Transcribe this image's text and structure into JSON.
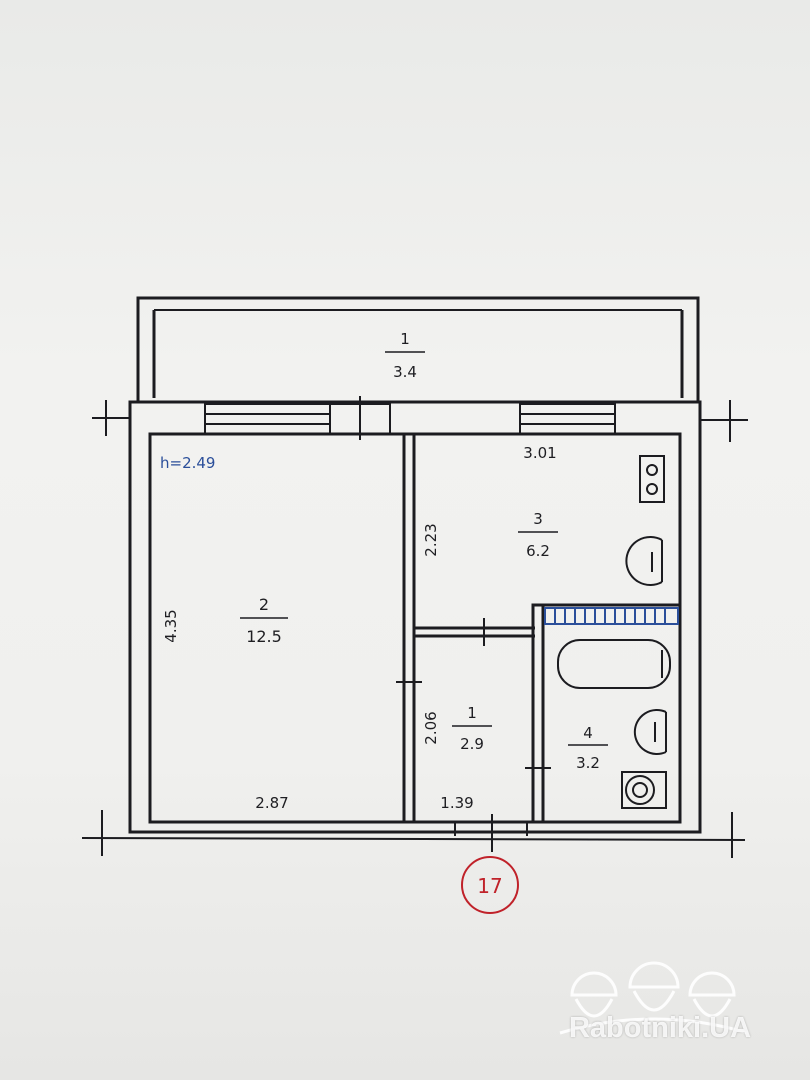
{
  "plan": {
    "ceiling_height": "h=2.49",
    "axis_label": "17",
    "rooms": [
      {
        "id": "balcony",
        "number": "1",
        "area": "3.4"
      },
      {
        "id": "room2",
        "number": "2",
        "area": "12.5"
      },
      {
        "id": "room3",
        "number": "3",
        "area": "6.2"
      },
      {
        "id": "room1",
        "number": "1",
        "area": "2.9"
      },
      {
        "id": "room4",
        "number": "4",
        "area": "3.2"
      }
    ],
    "dimensions": {
      "room2_height": "4.35",
      "room2_width": "2.87",
      "room3_width": "3.01",
      "room3_height": "2.23",
      "room1_height": "2.06",
      "room1_width": "1.39"
    }
  },
  "watermark": {
    "logo": "three-hardhat-workers-logo",
    "text": "Rabotniki.UA"
  }
}
